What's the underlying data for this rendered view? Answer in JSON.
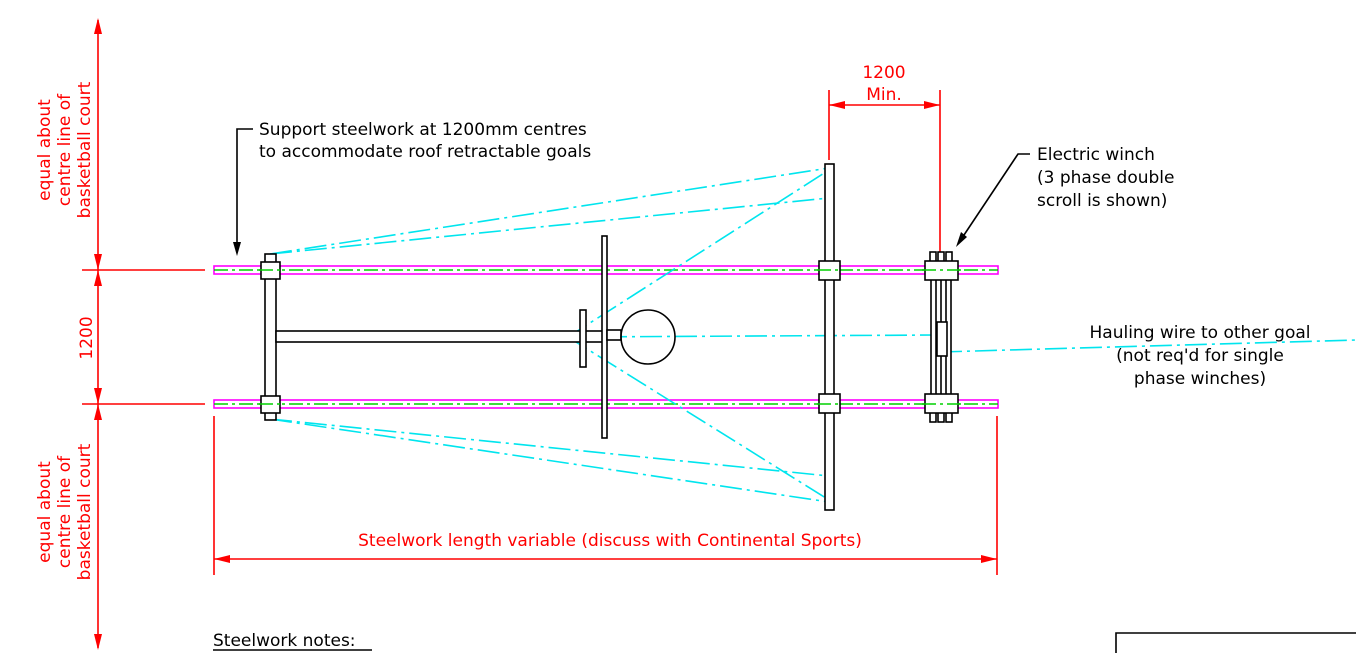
{
  "dimensions": {
    "side_top": [
      "equal about",
      "centre line of",
      "basketball court"
    ],
    "side_middle": "1200",
    "side_bottom": [
      "equal about",
      "centre line of",
      "basketball court"
    ],
    "top_value": "1200",
    "top_suffix": "Min.",
    "length_note": "Steelwork length variable (discuss with Continental Sports)"
  },
  "annotations": {
    "support": [
      "Support steelwork at 1200mm centres",
      "to accommodate roof retractable goals"
    ],
    "winch": [
      "Electric winch",
      "(3 phase double",
      "scroll is shown)"
    ],
    "hauling": [
      "Hauling wire to other goal",
      "(not req'd for single",
      "phase winches)"
    ]
  },
  "notes_heading": "Steelwork notes:",
  "colors": {
    "dimension": "#ff0000",
    "wire": "#00e5ee",
    "centerline": "#00d000",
    "beam_outline": "#ff00ff",
    "steel": "#000000"
  }
}
